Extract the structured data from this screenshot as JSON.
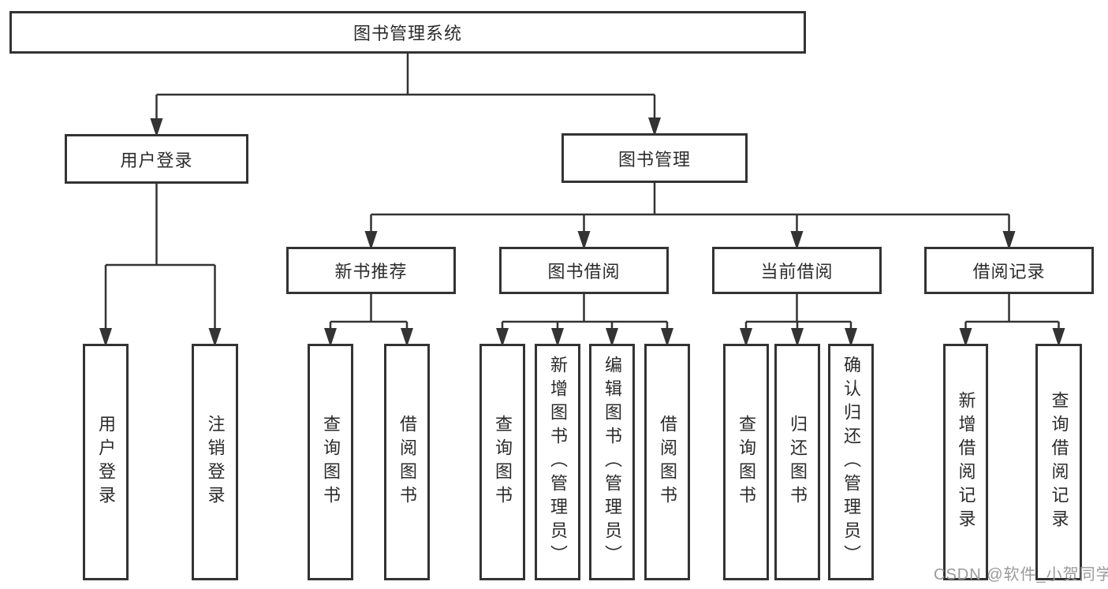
{
  "diagram": {
    "title": "图书管理系统",
    "nodes": [
      {
        "id": "root",
        "label": "图书管理系统"
      },
      {
        "id": "user-login",
        "label": "用户登录"
      },
      {
        "id": "book-mgmt",
        "label": "图书管理"
      },
      {
        "id": "login",
        "label": "用户登录"
      },
      {
        "id": "logout",
        "label": "注销登录"
      },
      {
        "id": "new-book-rec",
        "label": "新书推荐"
      },
      {
        "id": "book-borrow",
        "label": "图书借阅"
      },
      {
        "id": "current-borrow",
        "label": "当前借阅"
      },
      {
        "id": "borrow-records",
        "label": "借阅记录"
      },
      {
        "id": "nbr-query",
        "label": "查询图书"
      },
      {
        "id": "nbr-borrow",
        "label": "借阅图书"
      },
      {
        "id": "bb-query",
        "label": "查询图书"
      },
      {
        "id": "bb-add",
        "label": "新增图书（管理员）"
      },
      {
        "id": "bb-edit",
        "label": "编辑图书（管理员）"
      },
      {
        "id": "bb-borrow",
        "label": "借阅图书"
      },
      {
        "id": "cb-query",
        "label": "查询图书"
      },
      {
        "id": "cb-return",
        "label": "归还图书"
      },
      {
        "id": "cb-confirm",
        "label": "确认归还（管理员）"
      },
      {
        "id": "br-add",
        "label": "新增借阅记录"
      },
      {
        "id": "br-query",
        "label": "查询借阅记录"
      }
    ],
    "tree": [
      {
        "parent": "root",
        "children": [
          "user-login",
          "book-mgmt"
        ]
      },
      {
        "parent": "user-login",
        "children": [
          "login",
          "logout"
        ]
      },
      {
        "parent": "book-mgmt",
        "children": [
          "new-book-rec",
          "book-borrow",
          "current-borrow",
          "borrow-records"
        ]
      },
      {
        "parent": "new-book-rec",
        "children": [
          "nbr-query",
          "nbr-borrow"
        ]
      },
      {
        "parent": "book-borrow",
        "children": [
          "bb-query",
          "bb-add",
          "bb-edit",
          "bb-borrow"
        ]
      },
      {
        "parent": "current-borrow",
        "children": [
          "cb-query",
          "cb-return",
          "cb-confirm"
        ]
      },
      {
        "parent": "borrow-records",
        "children": [
          "br-add",
          "br-query"
        ]
      }
    ],
    "colors": {
      "line": "#333333",
      "text": "#2b2b2b",
      "background": "#ffffff",
      "watermark": "#9a9a9a"
    }
  },
  "watermark": {
    "text": "CSDN @软件_小贺同学"
  }
}
